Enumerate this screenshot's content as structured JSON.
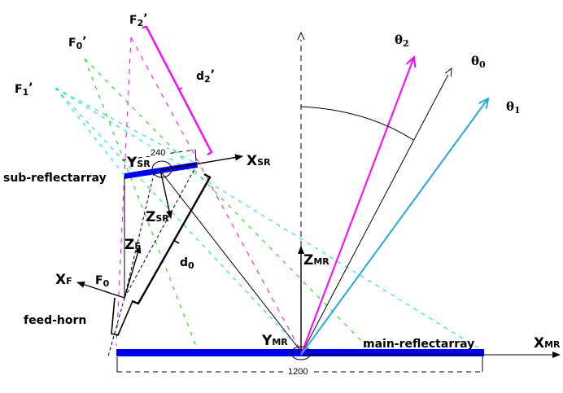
{
  "diagram": {
    "colors": {
      "reflectarray": "#0000ee",
      "magenta": "#ff00ff",
      "cyan": "#00dddd",
      "green": "#00dd00",
      "sky": "#22aadd",
      "black": "#000000"
    },
    "labels": {
      "sub_reflectarray": "sub-reflectarray",
      "main_reflectarray": "main-reflectarray",
      "feed_horn": "feed-horn",
      "F0": "F",
      "F0_sub": "0",
      "F0p": "F",
      "F0p_sub": "0",
      "F0p_prime": "’",
      "F1p": "F",
      "F1p_sub": "1",
      "F1p_prime": "’",
      "F2p": "F",
      "F2p_sub": "2",
      "F2p_prime": "’",
      "d0": "d",
      "d0_sub": "0",
      "d2p": "d",
      "d2p_sub": "2",
      "d2p_prime": "’",
      "XSR": "X",
      "XSR_sub": "SR",
      "YSR": "Y",
      "YSR_sub": "SR",
      "ZSR": "Z",
      "ZSR_sub": "SR",
      "XF": "X",
      "XF_sub": "F",
      "ZF": "Z",
      "ZF_sub": "F",
      "XMR": "X",
      "XMR_sub": "MR",
      "YMR": "Y",
      "YMR_sub": "MR",
      "ZMR": "Z",
      "ZMR_sub": "MR",
      "theta0": "θ",
      "theta0_sub": "0",
      "theta1": "θ",
      "theta1_sub": "1",
      "theta2": "θ",
      "theta2_sub": "2",
      "dim_sub": "240",
      "dim_main": "1200"
    }
  }
}
